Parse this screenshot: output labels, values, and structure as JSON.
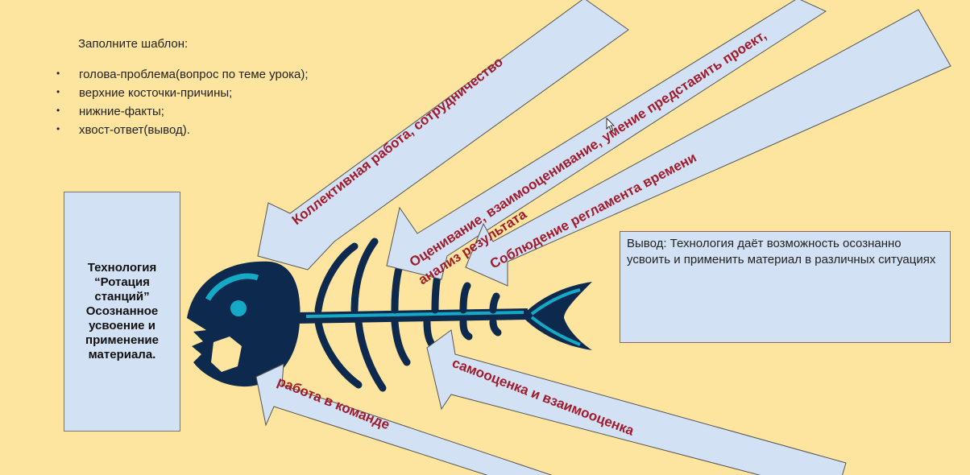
{
  "intro": "Заполните шаблон:",
  "template_items": [
    "голова-проблема(вопрос по теме урока);",
    "верхние косточки-причины;",
    "нижние-факты;",
    "хвост-ответ(вывод)."
  ],
  "head_box": "Технология\n“Ротация\nстанций”\nОсознанное\nусвоение и\nприменение\nматериала.",
  "conclusion": "Вывод:  Технология даёт возможность осознанно усвоить и применить материал в различных ситуациях",
  "arrows": {
    "top1": "Коллективная работа, сотрудничество",
    "top2_line1": "Оценивание, взаимооценивание, умение представить проект,",
    "top2_line2": "анализ результата",
    "top3": "Соблюдение регламента времени",
    "bottom1": "работа в команде",
    "bottom2": "самооценка и взаимооценка"
  },
  "colors": {
    "background": "#fde59f",
    "box": "#d2e1f3",
    "label": "#a01c2c",
    "fish_dark": "#0d2a4e",
    "fish_light": "#15a9c6"
  }
}
